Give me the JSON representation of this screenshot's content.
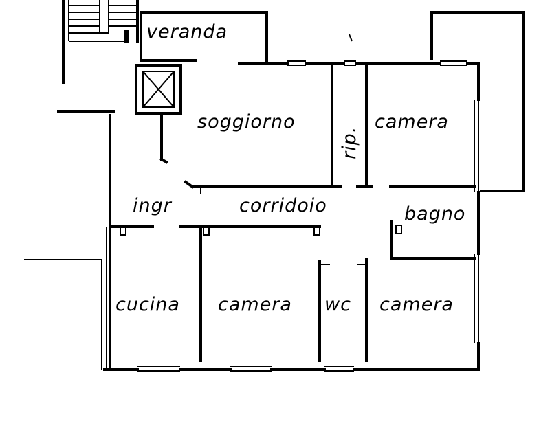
{
  "rooms": {
    "veranda": "veranda",
    "soggiorno": "soggiorno",
    "ripostiglio": "rip.",
    "camera_top_right": "camera",
    "ingresso": "ingr",
    "corridoio": "corridoio",
    "bagno": "bagno",
    "cucina": "cucina",
    "camera_bottom_left": "camera",
    "wc": "wc",
    "camera_bottom_right": "camera"
  }
}
